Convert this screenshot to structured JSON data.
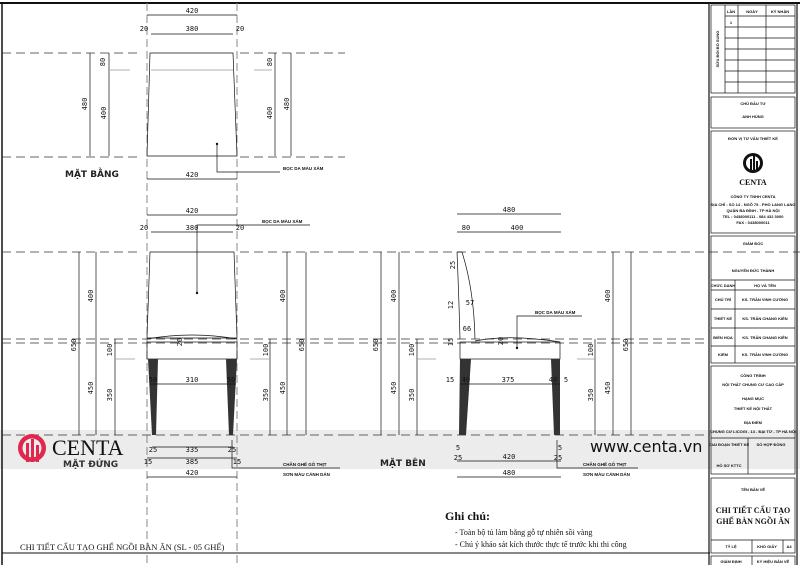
{
  "drawing_title": "CHI TIẾT CẤU TẠO GHẾ NGỒI BÀN ĂN  (SL - 05 GHẾ)",
  "views": {
    "plan": "MẶT BẰNG",
    "front": "MẶT ĐỨNG",
    "side": "MẶT BÊN"
  },
  "labels": {
    "upholstery": "BỌC DA MÀU XÁM",
    "legs_material": "CHÂN GHẾ GỖ THỊT",
    "legs_finish": "SƠN MÀU CÁNH DÁN"
  },
  "dims": {
    "plan": [
      "420",
      "20",
      "380",
      "20",
      "80",
      "480",
      "400",
      "80",
      "400",
      "480",
      "420"
    ],
    "front": [
      "420",
      "20",
      "380",
      "20",
      "650",
      "400",
      "450",
      "100",
      "350",
      "20",
      "50",
      "310",
      "50",
      "100",
      "350",
      "400",
      "450",
      "650",
      "25",
      "335",
      "25",
      "15",
      "385",
      "15",
      "420"
    ],
    "side": [
      "480",
      "80",
      "400",
      "25",
      "12",
      "57",
      "66",
      "15",
      "20",
      "650",
      "400",
      "450",
      "100",
      "350",
      "15",
      "40",
      "375",
      "40",
      "5",
      "400",
      "650",
      "100",
      "350",
      "450",
      "5",
      "25",
      "420",
      "25",
      "5",
      "480"
    ]
  },
  "notes": {
    "heading": "Ghi chú:",
    "items": [
      "- Toàn bộ tủ làm bằng gỗ tự nhiên sồi vàng",
      "- Chú ý khảo sát kích thước thực tế trước khi thi công"
    ]
  },
  "watermark": {
    "brand": "CENTA",
    "url": "www.centa.vn",
    "logo_color": "#e0284f"
  },
  "title_block": {
    "revision": {
      "side_label": "SỬA ĐỔI BỔ SUNG",
      "headers": [
        "LẦN",
        "NGÀY",
        "KÝ NHẬN"
      ],
      "rows": [
        "1"
      ]
    },
    "owner_label": "CHỦ ĐẦU TƯ",
    "owner": "ANH HÙNG",
    "consultant_label": "ĐƠN VỊ TƯ VẤN THIẾT KẾ",
    "company_logo": "CENTA",
    "company": "CÔNG TY TNHH CENTA",
    "address1": "ĐỊA CHỈ : SỐ 14 - NGÕ 75 - PHỐ LANG LANG",
    "address2": "QUẬN BA ĐÌNH - TP HÀ NỘI",
    "tel": "TEL : 0438000111 - 084 432 3000",
    "fax": "FAX : 0438000011",
    "director_label": "GIÁM ĐỐC",
    "director": "NGUYỄN ĐỨC THÀNH",
    "staff_headers": [
      "CHỨC DANH",
      "HỌ VÀ TÊN"
    ],
    "staff": [
      {
        "role": "CHỦ TRÌ",
        "name": "KS. TRẦN VINH CƯỜNG"
      },
      {
        "role": "THIẾT KẾ",
        "name": "KS. TRẦN CHANG KIÊN"
      },
      {
        "role": "ĐIỀN HỌA",
        "name": "KS. TRẦN CHANG KIÊN"
      },
      {
        "role": "KIỂM",
        "name": "KS. TRẦN VINH CƯỜNG"
      }
    ],
    "project_label": "CÔNG TRÌNH",
    "project": "NỘI THẤT CHUNG CƯ CAO CẤP",
    "category_label": "HẠNG MỤC",
    "category": "THIẾT KẾ NỘI THẤT",
    "location_label": "ĐỊA ĐIỂM",
    "location": "CHUNG CƯ LICOGI - 13 - ĐẠI TỪ - TP HÀ NỘI",
    "stage_label": "GIAI ĐOẠN THIẾT KẾ",
    "stage": "HỒ SƠ KTTC",
    "contract_label": "SỐ HỢP ĐỒNG",
    "sheet_name_label": "TÊN BẢN VẼ",
    "sheet_name_1": "CHI TIẾT CẤU TẠO",
    "sheet_name_2": "GHẾ BÀN NGỒI ĂN",
    "scale_label": "TỶ LỆ",
    "paper_label": "KHỔ GIẤY",
    "paper": "A4",
    "approval_label": "GIÁM ĐỊNH",
    "code_label": "KÝ HIỆU BẢN VẼ"
  }
}
